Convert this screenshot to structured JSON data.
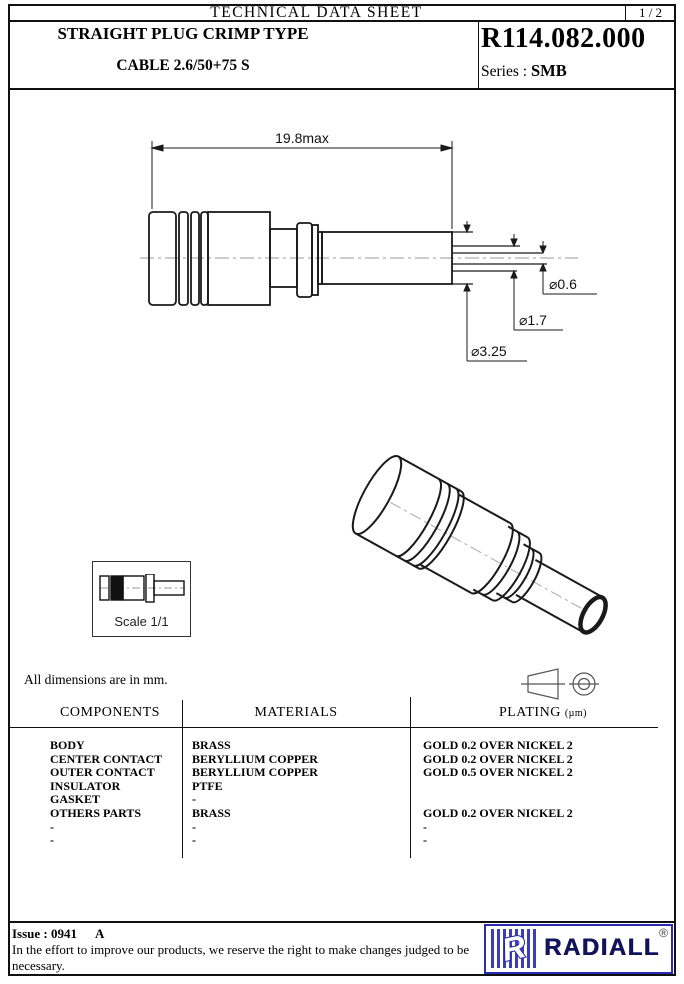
{
  "header": {
    "doc_title": "TECHNICAL DATA SHEET",
    "page_number": "1 / 2",
    "product_line1": "STRAIGHT PLUG CRIMP TYPE",
    "product_line2": "CABLE 2.6/50+75 S",
    "part_number": "R114.082.000",
    "series_label": "Series : ",
    "series_value": "SMB"
  },
  "drawing": {
    "length_dim": "19.8max",
    "dia_small": "⌀0.6",
    "dia_mid": "⌀1.7",
    "dia_large": "⌀3.25",
    "scale_label": "Scale 1/1",
    "units_note": "All dimensions are in mm."
  },
  "table": {
    "headers": {
      "components": "COMPONENTS",
      "materials": "MATERIALS",
      "plating": "PLATING",
      "plating_unit": "(µm)"
    },
    "rows": [
      {
        "component": "BODY",
        "material": "BRASS",
        "plating": "GOLD 0.2 OVER NICKEL 2"
      },
      {
        "component": "CENTER CONTACT",
        "material": "BERYLLIUM COPPER",
        "plating": "GOLD 0.2 OVER NICKEL 2"
      },
      {
        "component": "OUTER CONTACT",
        "material": "BERYLLIUM COPPER",
        "plating": "GOLD 0.5 OVER NICKEL 2"
      },
      {
        "component": "INSULATOR",
        "material": "PTFE",
        "plating": ""
      },
      {
        "component": "GASKET",
        "material": "-",
        "plating": ""
      },
      {
        "component": "OTHERS PARTS",
        "material": "BRASS",
        "plating": "GOLD 0.2 OVER NICKEL 2"
      },
      {
        "component": "-",
        "material": "-",
        "plating": "-"
      },
      {
        "component": "-",
        "material": "-",
        "plating": "-"
      }
    ]
  },
  "footer": {
    "issue_label": "Issue : 0941",
    "issue_rev": "A",
    "disclaimer": "In the effort to improve our products, we reserve the right to make changes judged to be necessary.",
    "brand": "RADIALL",
    "registered_mark": "®"
  },
  "colors": {
    "logo_blue": "#3c3cbe",
    "logo_text": "#13135c",
    "line_black": "#111111"
  }
}
